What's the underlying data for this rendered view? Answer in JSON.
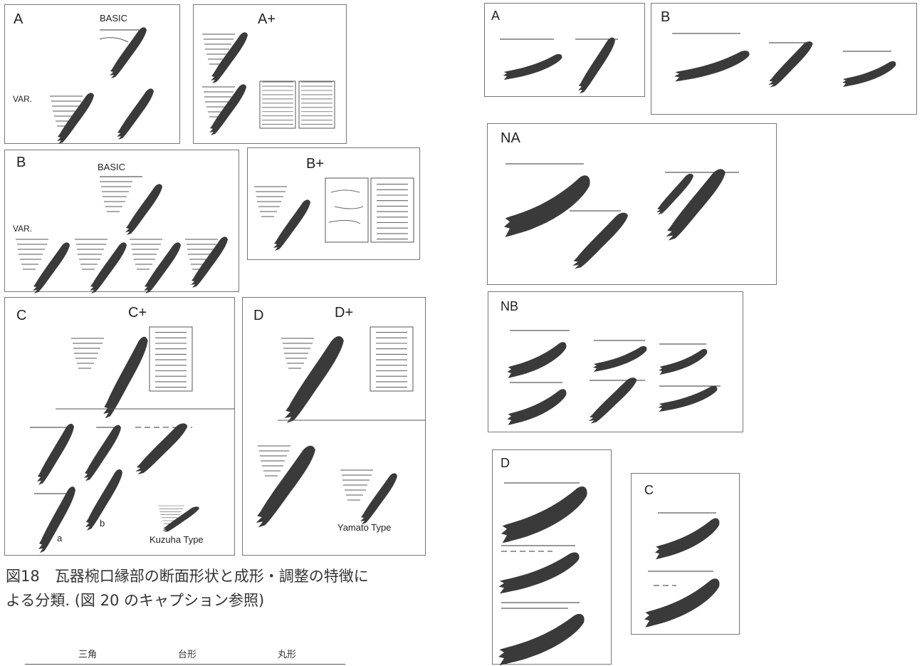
{
  "left_figure": {
    "panel_a": {
      "label": "A",
      "basic": "BASIC",
      "var": "VAR."
    },
    "panel_a_plus": {
      "label": "A+"
    },
    "panel_b": {
      "label": "B",
      "basic": "BASIC",
      "var": "VAR."
    },
    "panel_b_plus": {
      "label": "B+"
    },
    "panel_c": {
      "label": "C",
      "plus": "C+",
      "sub_a": "a",
      "sub_b": "b",
      "type_name": "Kuzuha Type"
    },
    "panel_d": {
      "label": "D",
      "plus": "D+",
      "type_name": "Yamato Type"
    }
  },
  "caption": "図18　瓦器椀口縁部の断面形状と成形・調整の特徴に\nよる分類. (図 20 のキャプション参照)",
  "table_header": {
    "col1": "三角",
    "col2": "台形",
    "col3": "丸形"
  },
  "right_figure": {
    "panel_a": {
      "label": "A"
    },
    "panel_b": {
      "label": "B"
    },
    "panel_na": {
      "label": "NA"
    },
    "panel_nb": {
      "label": "NB"
    },
    "panel_d": {
      "label": "D"
    },
    "panel_c": {
      "label": "C"
    }
  },
  "colors": {
    "profile_fill": "#3a3a3a",
    "panel_border": "#777777",
    "hatch": "#555555"
  }
}
